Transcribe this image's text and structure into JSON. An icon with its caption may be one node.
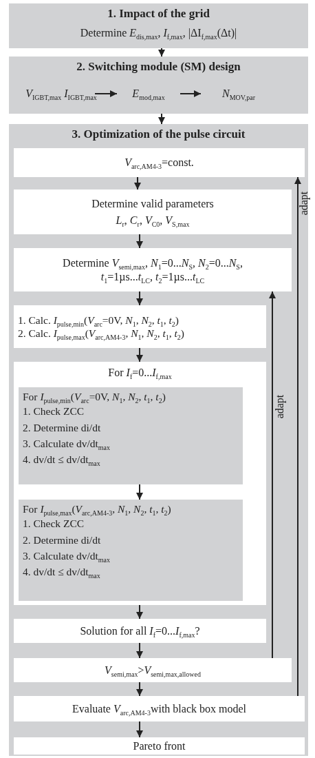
{
  "diagram": {
    "nodes": [
      {
        "text": [
          "1. Impact of the grid",
          "Determine *E*$_{dis,max}$, *I*$_{f,max}$, |ΔI$_{f,max}$(Δt)|"
        ]
      },
      {
        "text": [
          "2. Switching module (SM) design"
        ]
      },
      {
        "text": [
          "*V*$_{IGBT,max}$ *I*$_{IGBT,max}$"
        ],
        "in": 1
      },
      {
        "text": [
          "*E*$_{mod,max}$"
        ],
        "in": 1
      },
      {
        "text": [
          "*N*$_{MOV,par}$"
        ],
        "in": 1
      },
      {
        "text": [
          "3. Optimization of the pulse circuit"
        ]
      },
      {
        "text": [
          "*V*$_{arc,AM4-3}$=const."
        ],
        "in": 5
      },
      {
        "text": [
          "Determine valid parameters",
          "*L*$_{r}$, *C*$_{r}$, *V*$_{C0}$, *V*$_{S,max}$"
        ],
        "in": 5
      },
      {
        "text": [
          "Determine *V*$_{semi,max}$, *N*$_{1}$=0...*N*$_{S}$, *N*$_{2}$=0...*N*$_{S}$, *t*$_{1}$=1µs...*t*$_{LC}$, *t*$_{2}$=1µs...*t*$_{LC}$"
        ],
        "in": 5
      },
      {
        "text": [
          "1. Calc. *I*$_{pulse,min}$(*V*$_{arc}$=0V, *N*$_{1}$, *N*$_{2}$, *t*$_{1}$, *t*$_{2}$)",
          "2. Calc. *I*$_{pulse,max}$(*V*$_{arc,AM4-3}$, *N*$_{1}$, *N*$_{2}$, *t*$_{1}$, *t*$_{2}$)"
        ],
        "in": 5
      },
      {
        "text": [
          "For *I*$_{f}$=0...*I*$_{f,max}$"
        ],
        "in": 5
      },
      {
        "text": [
          "For *I*$_{pulse,min}$(*V*$_{arc}$=0V, *N*$_{1}$, *N*$_{2}$, *t*$_{1}$, *t*$_{2}$)",
          "1. Check ZCC",
          "2. Determine di/dt",
          "3. Calculate dv/dt$_{max}$",
          "4. dv/dt ≤ dv/dt$_{max}$"
        ],
        "in": 10
      },
      {
        "text": [
          "For *I*$_{pulse,max}$(*V*$_{arc,AM4-3}$, *N*$_{1}$, *N*$_{2}$, *t*$_{1}$, *t*$_{2}$)",
          "1. Check ZCC",
          "2. Determine di/dt",
          "3. Calculate dv/dt$_{max}$",
          "4. dv/dt ≤ dv/dt$_{max}$"
        ],
        "in": 10
      },
      {
        "text": [
          "Solution for all *I*$_{f}$=0...*I*$_{f,max}$?"
        ],
        "in": 5
      },
      {
        "text": [
          "*V*$_{semi,max}$>*V*$_{semi,max,allowed}$"
        ],
        "in": 5
      },
      {
        "text": [
          "Evaluate *V*$_{arc,AM4-3}$with black box model"
        ],
        "in": 5
      },
      {
        "text": [
          "Pareto front"
        ],
        "in": 5
      }
    ],
    "edges": [
      {
        "from": 0,
        "to": 1,
        "arrow": "to"
      },
      {
        "from": 2,
        "to": 3,
        "arrow": "to"
      },
      {
        "from": 3,
        "to": 4,
        "arrow": "to"
      },
      {
        "from": 1,
        "to": 5,
        "arrow": "to"
      },
      {
        "from": 6,
        "to": 7,
        "arrow": "to"
      },
      {
        "from": 7,
        "to": 8,
        "arrow": "to"
      },
      {
        "from": 8,
        "to": 9,
        "arrow": "to"
      },
      {
        "from": 9,
        "to": 10,
        "arrow": "to"
      },
      {
        "from": 11,
        "to": 12,
        "arrow": "to"
      },
      {
        "from": 10,
        "to": 13,
        "arrow": "to"
      },
      {
        "from": 13,
        "to": 14,
        "arrow": "to"
      },
      {
        "from": 14,
        "to": 15,
        "arrow": "to"
      },
      {
        "from": 15,
        "to": 16,
        "arrow": "to"
      },
      {
        "from": 14,
        "to": 8,
        "arrow": "to",
        "label": "adapt"
      },
      {
        "from": 15,
        "to": 6,
        "arrow": "to",
        "label": "adapt"
      }
    ]
  }
}
